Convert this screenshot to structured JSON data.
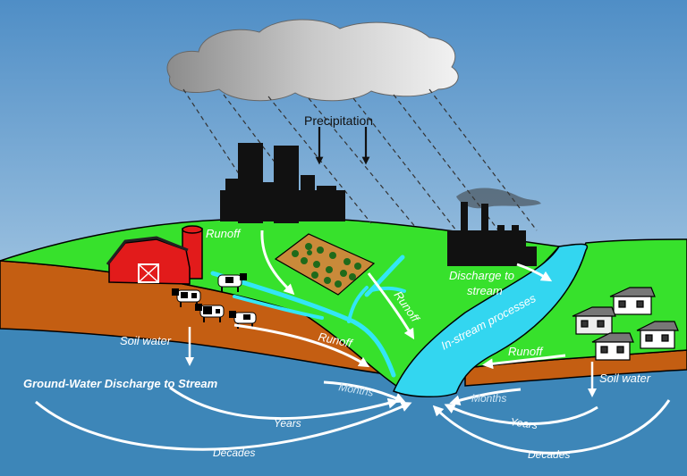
{
  "labels": {
    "precipitation": "Precipitation",
    "runoff_top": "Runoff",
    "runoff_mid": "Runoff",
    "runoff_slope": "Runoff",
    "runoff_right": "Runoff",
    "discharge_line1": "Discharge to",
    "discharge_line2": "stream",
    "in_stream": "In-stream processes",
    "soil_water_left": "Soil water",
    "soil_water_right": "Soil water",
    "gw_discharge": "Ground-Water Discharge to Stream",
    "months_left": "Months",
    "months_right": "Months",
    "years_left": "Years",
    "years_right": "Years",
    "decades_left": "Decades",
    "decades_right": "Decades"
  },
  "colors": {
    "sky_top": "#4f8ec6",
    "sky_bottom": "#cfe3f1",
    "land": "#37e12c",
    "soil": "#c45e12",
    "groundwater": "#3d86b8",
    "stream": "#33d6f0",
    "barn": "#e21b1b"
  }
}
